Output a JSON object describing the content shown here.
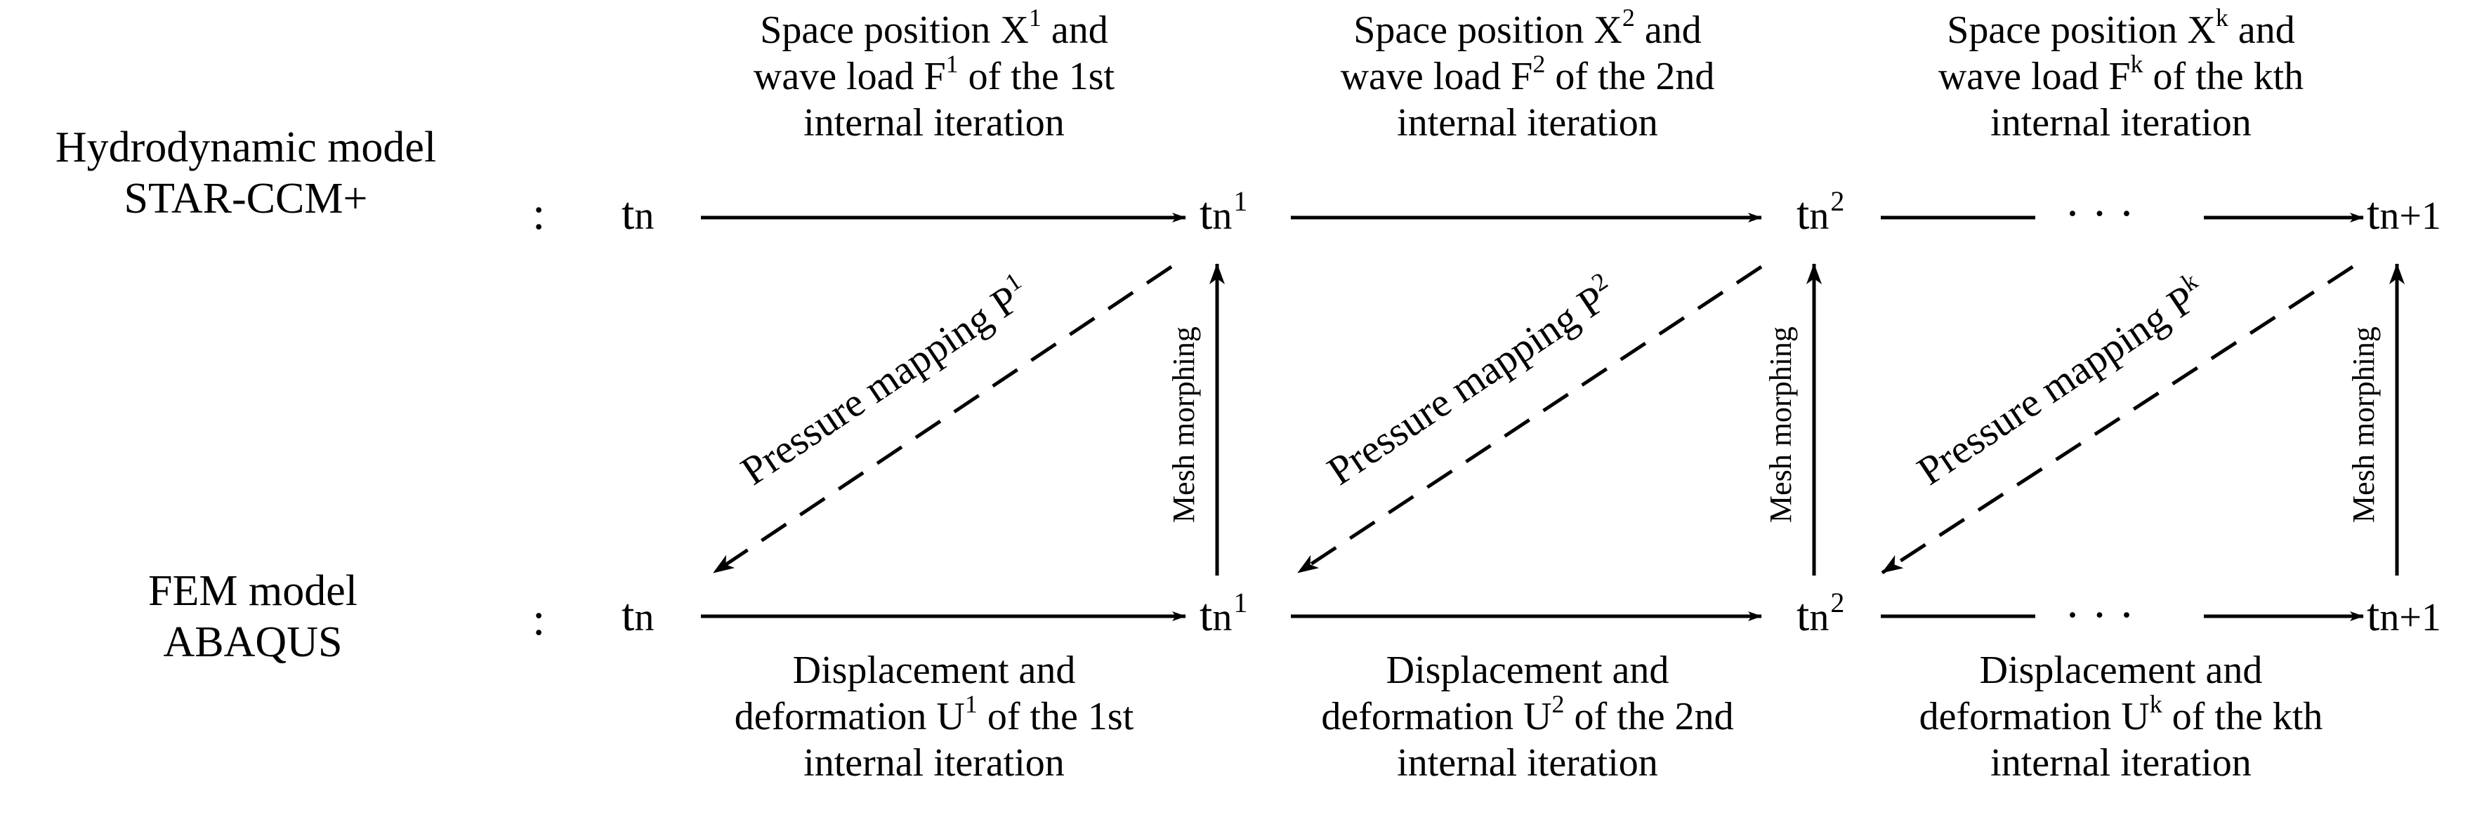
{
  "rows": {
    "hydro": {
      "line1": "Hydrodynamic model",
      "line2": "STAR-CCM+"
    },
    "fem": {
      "line1": "FEM model",
      "line2": "ABAQUS"
    },
    "colon": ":"
  },
  "time_nodes": {
    "t": "t",
    "n": "n",
    "sup1": "1",
    "sup2": "2",
    "next": "n+1",
    "ellipsis": "· · ·"
  },
  "top_labels": [
    {
      "line1": "Space position X",
      "sup": "1",
      "line1_end": " and",
      "line2a": "wave load F",
      "sup2": "1",
      "line2b": " of the 1st",
      "line3": "internal iteration"
    },
    {
      "line1": "Space position X",
      "sup": "2",
      "line1_end": " and",
      "line2a": "wave load F",
      "sup2": "2",
      "line2b": " of the 2nd",
      "line3": "internal iteration"
    },
    {
      "line1": "Space position X",
      "sup": "k",
      "line1_end": " and",
      "line2a": "wave load F",
      "sup2": "k",
      "line2b": " of the kth",
      "line3": "internal iteration"
    }
  ],
  "bottom_labels": [
    {
      "line1": "Displacement and",
      "line2a": "deformation U",
      "sup": "1",
      "line2b": " of the 1st",
      "line3": "internal iteration"
    },
    {
      "line1": "Displacement and",
      "line2a": "deformation U",
      "sup": "2",
      "line2b": " of the 2nd",
      "line3": "internal iteration"
    },
    {
      "line1": "Displacement and",
      "line2a": "deformation U",
      "sup": "k",
      "line2b": " of the kth",
      "line3": "internal iteration"
    }
  ],
  "pressure_labels": [
    {
      "text": "Pressure mapping P",
      "sup": "1"
    },
    {
      "text": "Pressure mapping P",
      "sup": "2"
    },
    {
      "text": "Pressure mapping P",
      "sup": "k"
    }
  ],
  "mesh_label": "Mesh morphing"
}
